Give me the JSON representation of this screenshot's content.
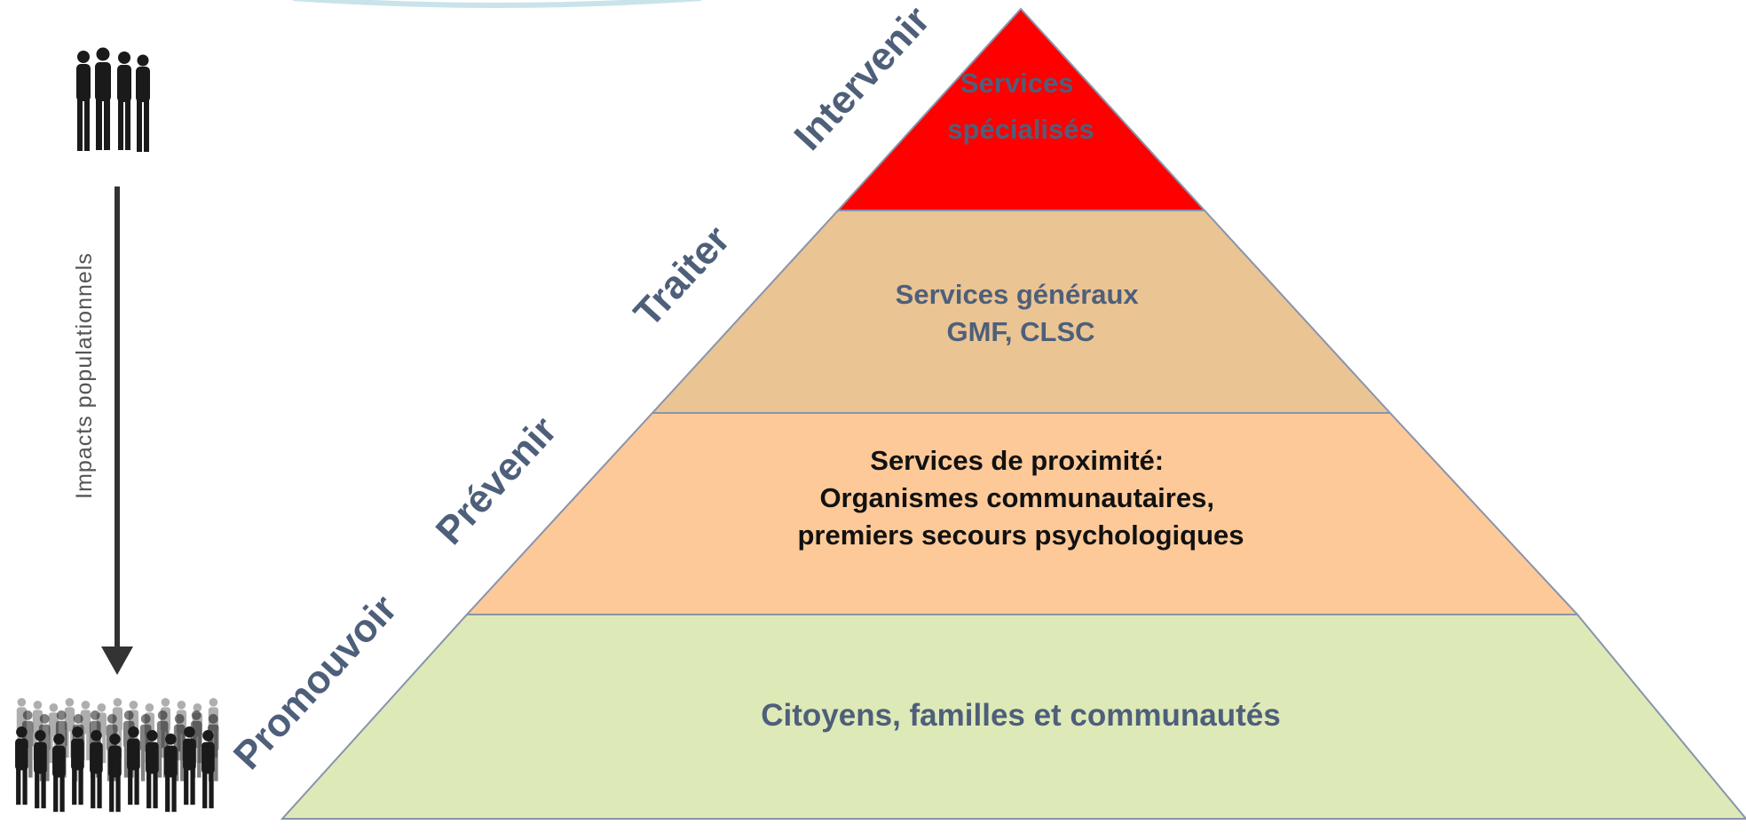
{
  "colors": {
    "tier_top": "#ff0000",
    "tier_second": "#eac493",
    "tier_third": "#fdc998",
    "tier_base": "#dee9b8",
    "tier_border": "#8894ab",
    "label_slate": "#4e5f7a",
    "text_black": "#111111",
    "people_silhouette": "#1a1a1a",
    "arrow": "#333333",
    "axis_text": "#555555"
  },
  "side_axis": {
    "label": "Impacts populationnels",
    "top_icon": "small-group-people-icon",
    "bottom_icon": "large-crowd-people-icon"
  },
  "pyramid": {
    "tiers": [
      {
        "id": "top",
        "lines": [
          "Services",
          "spécialisés"
        ],
        "side_label": "Intervenir",
        "text_color_key": "label_slate"
      },
      {
        "id": "second",
        "lines": [
          "Services généraux",
          "GMF, CLSC"
        ],
        "side_label": "Traiter",
        "text_color_key": "label_slate"
      },
      {
        "id": "third",
        "lines": [
          "Services de proximité:",
          "Organismes communautaires,",
          "premiers secours psychologiques"
        ],
        "side_label": "Prévenir",
        "text_color_key": "text_black"
      },
      {
        "id": "base",
        "lines": [
          "Citoyens, familles et communautés"
        ],
        "side_label": "Promouvoir",
        "text_color_key": "label_slate"
      }
    ]
  }
}
